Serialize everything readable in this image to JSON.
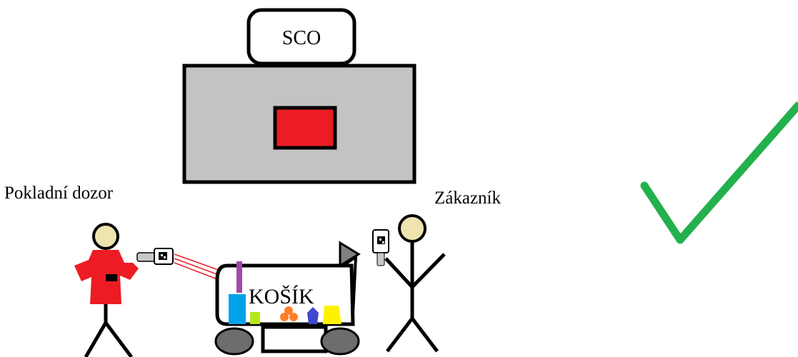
{
  "labels": {
    "sco": "SCO",
    "cashier": "Pokladní dozor",
    "customer": "Zákazník",
    "cart": "KOŠÍK"
  },
  "colors": {
    "sco_body": "#c3c3c3",
    "sco_screen": "#ed1c24",
    "cashier_shirt": "#ed1c24",
    "head": "#efe4b0",
    "scanner": "#c8c8c8",
    "check": "#22b14c",
    "scan_beam": "#ed1c24",
    "wheels": "#6d6d6d"
  },
  "icons": {
    "check": "checkmark-icon",
    "scanner": "handheld-scanner-icon"
  }
}
